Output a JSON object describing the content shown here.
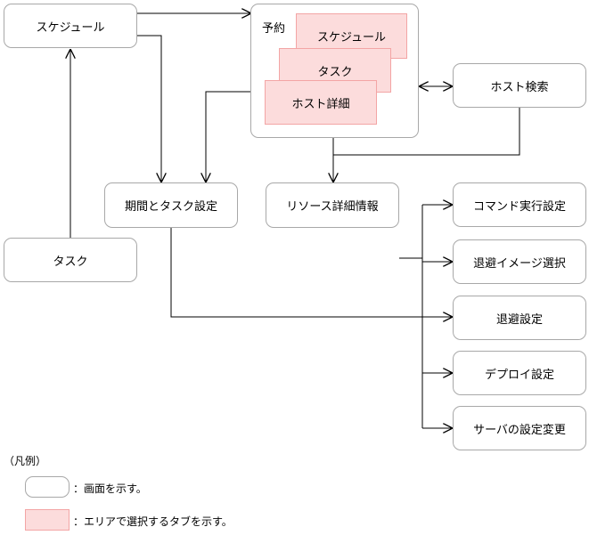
{
  "nodes": {
    "schedule": "スケジュール",
    "task": "タスク",
    "reservation_label": "予約",
    "host_search": "ホスト検索",
    "period_task": "期間とタスク設定",
    "resource_detail": "リソース詳細情報",
    "command_exec": "コマンド実行設定",
    "backup_image": "退避イメージ選択",
    "backup_settings": "退避設定",
    "deploy": "デプロイ設定",
    "server_change": "サーバの設定変更"
  },
  "tabs": {
    "schedule": "スケジュール",
    "task": "タスク",
    "host_detail": "ホスト詳細"
  },
  "legend": {
    "title": "（凡例）",
    "screen": "：画面を示す。",
    "tab": "：エリアで選択するタブを示す。"
  }
}
